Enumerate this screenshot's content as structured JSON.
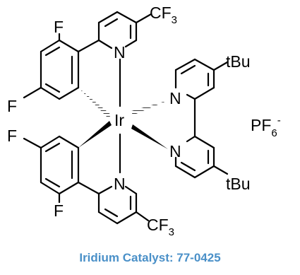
{
  "atoms": {
    "metal": "Ir",
    "fluorine": "F",
    "nitrogen": "N",
    "cf3_base": "CF",
    "cf3_sub": "3",
    "tbu": "tBu",
    "counterion_base": "PF",
    "counterion_sub": "6",
    "counterion_charge": "-"
  },
  "caption": "Iridium Catalyst: 77-0425",
  "colors": {
    "caption": "#4a90c8",
    "structure": "#000000"
  }
}
